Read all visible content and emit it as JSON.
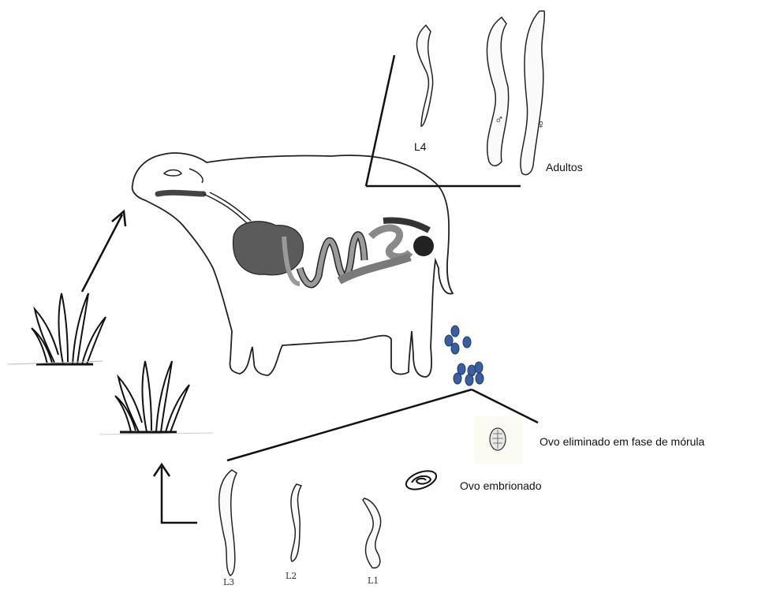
{
  "labels": {
    "l4": "L4",
    "adultos": "Adultos",
    "male_symbol": "♂",
    "female_symbol": "♀",
    "ovo_morula": "Ovo eliminado em  fase de mórula",
    "ovo_embrionado": "Ovo embrionado",
    "l3": "L3",
    "l2": "L2",
    "l1": "L1"
  },
  "colors": {
    "outline": "#222222",
    "gut_dark": "#555555",
    "gut_light": "#9a9a9a",
    "egg_fill": "#3a5fa0"
  }
}
